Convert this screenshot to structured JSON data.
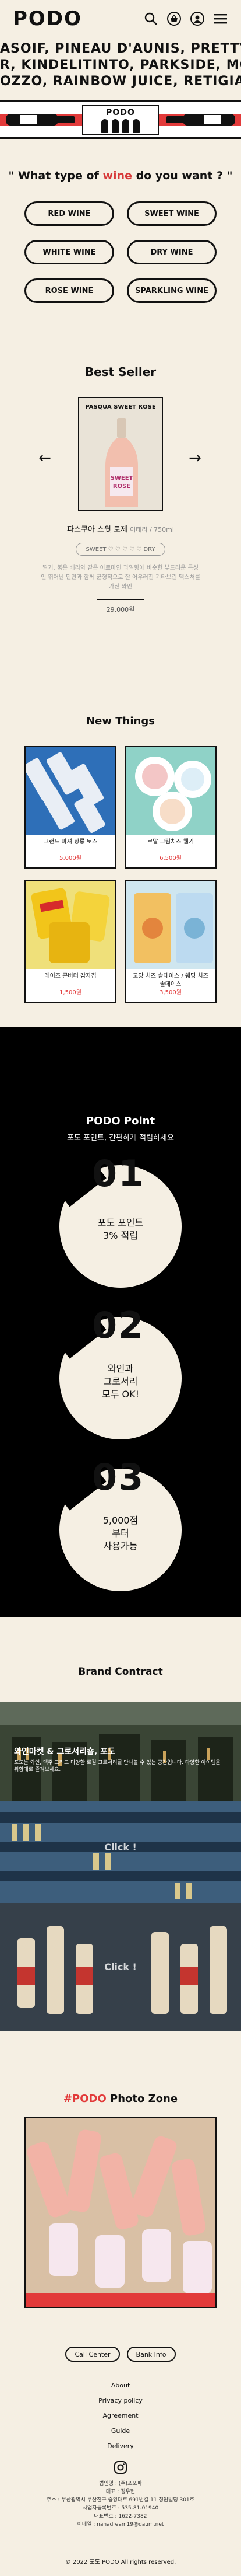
{
  "header": {
    "logo": "PODO",
    "icons": [
      "search-icon",
      "basket-icon",
      "user-icon",
      "menu-icon"
    ]
  },
  "marquee": {
    "lines": [
      "ASOIF, PINEAU D'AUNIS, PRETTYBOY, FUZZ",
      "R, KINDELITINTO, PARKSIDE, MOUNTAINSIDE",
      "OZZO, RAINBOW JUICE, RETIGIA, UNICOZELO"
    ]
  },
  "hero": {
    "logo": "PODO"
  },
  "wine_type": {
    "title_prefix": "\" What type of ",
    "title_highlight": "wine",
    "title_suffix": " do you want ? \"",
    "buttons": [
      "RED WINE",
      "SWEET WINE",
      "WHITE WINE",
      "DRY WINE",
      "ROSE WINE",
      "SPARKLING WINE"
    ]
  },
  "best_seller": {
    "title": "Best Seller",
    "card_label": "PASQUA SWEET ROSE",
    "name": "파스쿠아 스윗 로제",
    "sub": "이태리 / 750ml",
    "taste_left": "SWEET",
    "taste_right": "DRY",
    "taste_dots": "♡ ♡ ♡ ♡ ♡",
    "description": "딸기, 붉은 베리와 같은 아로마인 과일향에 비슷한 부드러운 특성인 뛰어난 단만과 함께 균형적으로 잘 어우러진 기타브린 택스처를 가진 와인",
    "price": "29,000원",
    "prev": "←",
    "next": "→"
  },
  "new_things": {
    "title": "New Things",
    "items": [
      {
        "name": "크랜드 마셔 탕롱 토스",
        "price": "5,000원"
      },
      {
        "name": "르말 크림치즈 웰기",
        "price": "6,500원"
      },
      {
        "name": "레이즈 콘버터 감자칩",
        "price": "1,500원"
      },
      {
        "name": "고당 치즈 솔데이스 / 웨딩 치즈 솔데이스",
        "price": "3,500원"
      }
    ]
  },
  "point": {
    "title": "PODO Point",
    "subtitle": "포도 포인트, 간편하게 적립하세요",
    "items": [
      {
        "num": "01",
        "line1": "포도 포인트",
        "line2": "3% 적립",
        "line3": ""
      },
      {
        "num": "02",
        "line1": "와인과",
        "line2": "그로서리",
        "line3": "모두 OK!"
      },
      {
        "num": "03",
        "line1": "5,000점",
        "line2": "부터",
        "line3": "사용가능"
      }
    ]
  },
  "brand_contract": {
    "title": "Brand Contract",
    "cap1_title": "와인마켓 & 그로서리숍, 포도",
    "cap1_desc": "포도는 와인, 맥주 그리고 다양한 로컬 그로서리를 만나볼 수 있는 공간입니다. 다양한 아이템을 취향대로 즐겨보세요.",
    "cap2": "Click !",
    "cap3": "Click !"
  },
  "photo_zone": {
    "title_red": "#PODO",
    "title_rest": " Photo Zone"
  },
  "footer": {
    "buttons": [
      "Call Center",
      "Bank Info"
    ],
    "links": [
      "About",
      "Privacy policy",
      "Agreement",
      "Guide",
      "Delivery"
    ],
    "info": [
      "법인명 : (주)포포파",
      "대표 : 정우현",
      "주소 : 부산광역시 부산진구 중앙대로 691번길 11 정원빌딩 301호",
      "사업자등록번호 : 535-81-01940",
      "대표번호 : 1622-7382",
      "이메일 : nanadream19@daum.net"
    ],
    "copyright": "© 2022 포도 PODO All rights reserved."
  }
}
